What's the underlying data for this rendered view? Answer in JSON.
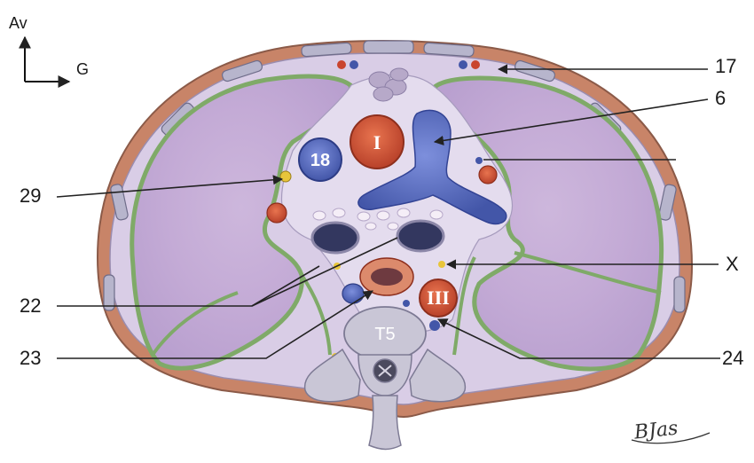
{
  "orientation": {
    "anterior": "Av",
    "left": "G"
  },
  "labels": {
    "l17": "17",
    "l6": "6",
    "l29": "29",
    "lX": "X",
    "l22": "22",
    "l23": "23",
    "l24": "24"
  },
  "structures": {
    "roman_I": "I",
    "roman_III": "III",
    "n18": "18",
    "vertebra": "T5"
  },
  "signature": "BJas",
  "colors": {
    "lung": "#c7b3d8",
    "pleura": "#8fb27a",
    "artery": "#d2563a",
    "vein": "#5a6fc2",
    "bone": "#c9c6d6",
    "muscle": "#c97a5e"
  }
}
